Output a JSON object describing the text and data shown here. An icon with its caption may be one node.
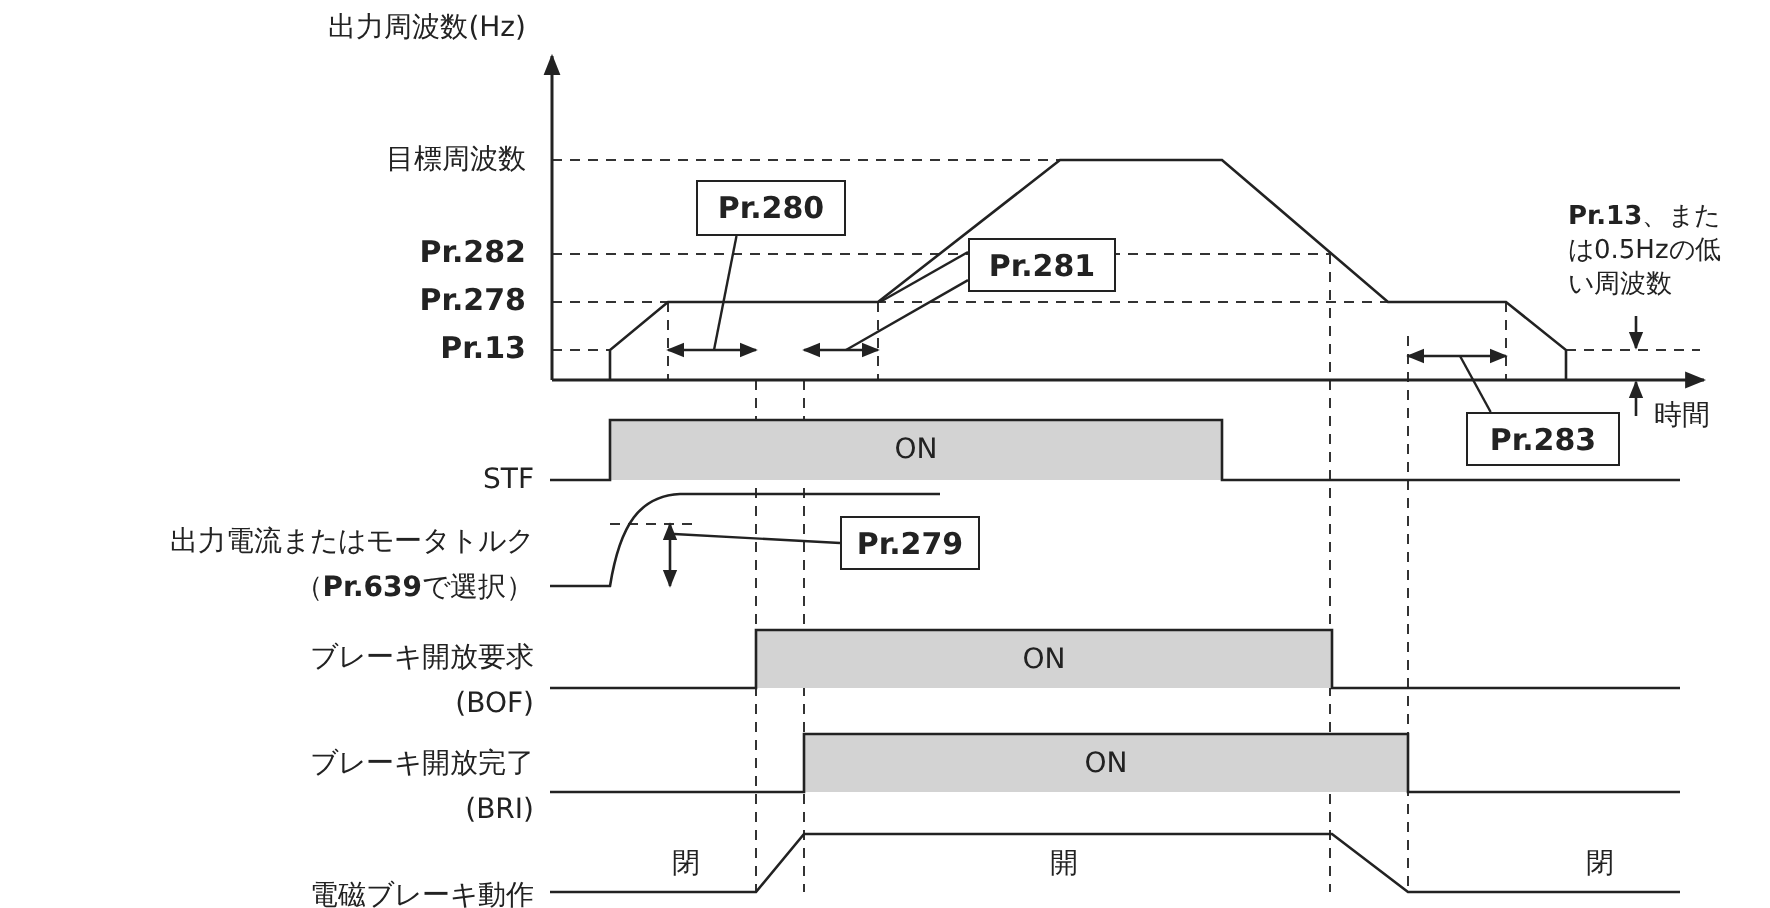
{
  "diagram": {
    "nodes": [
      {
        "text": [
          "Pr.280"
        ]
      },
      {
        "text": [
          "Pr.281"
        ]
      },
      {
        "text": [
          "Pr.283"
        ]
      },
      {
        "text": [
          "Pr.279"
        ]
      },
      {
        "text": [
          "ON"
        ]
      },
      {
        "text": [
          "ON"
        ]
      },
      {
        "text": [
          "ON"
        ]
      }
    ],
    "edges": [
      {
        "from": 0,
        "to": null,
        "arrow": "none"
      },
      {
        "from": 1,
        "to": null,
        "arrow": "none"
      },
      {
        "from": 1,
        "to": null,
        "arrow": "none"
      },
      {
        "from": 2,
        "to": null,
        "arrow": "none"
      },
      {
        "from": 3,
        "to": null,
        "arrow": "none"
      }
    ],
    "labels": [
      "出力周波数(Hz)",
      "目標周波数",
      "**Pr.282**",
      "**Pr.278**",
      "**Pr.13**",
      "**Pr.13**、または0.5Hzの低い周波数",
      "時間",
      "STF",
      "出力電流またはモータトルク",
      "（**Pr.639**で選択）",
      "ブレーキ開放要求",
      "(BOF)",
      "ブレーキ開放完了",
      "(BRI)",
      "閉",
      "開",
      "閉",
      "電磁ブレーキ動作"
    ]
  }
}
